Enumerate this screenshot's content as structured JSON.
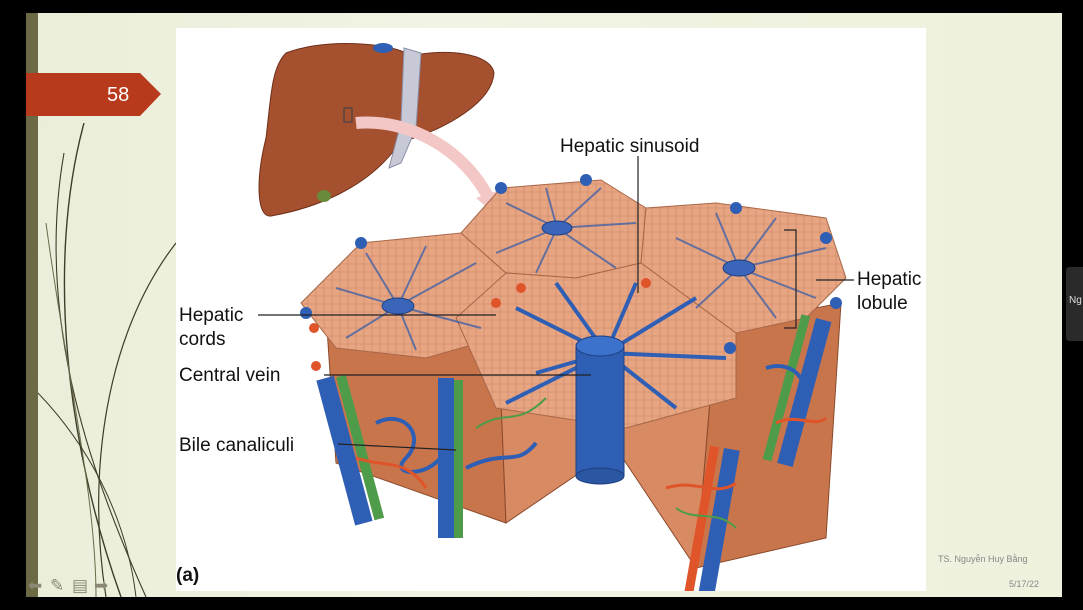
{
  "slide": {
    "number": "58"
  },
  "figure": {
    "labels": {
      "hepatic_sinusoid": "Hepatic sinusoid",
      "hepatic_lobule_1": "Hepatic",
      "hepatic_lobule_2": "lobule",
      "hepatic_cords_1": "Hepatic",
      "hepatic_cords_2": "cords",
      "central_vein": "Central vein",
      "bile_canaliculi": "Bile canaliculi",
      "panel": "(a)"
    }
  },
  "footer": {
    "author": "TS. Nguyễn Huy Bằng",
    "date": "5/17/22"
  },
  "side_panel": {
    "text": "Ng"
  },
  "nav": {
    "prev_icon": "⬅",
    "pen_icon": "✎",
    "menu_icon": "▤",
    "next_icon": "➡"
  },
  "colors": {
    "accent": "#b83a1d",
    "liver": "#a5502f",
    "tissue": "#e8a582",
    "vein": "#2f5fb5",
    "artery": "#e0542a",
    "bile": "#4e9b4a"
  }
}
